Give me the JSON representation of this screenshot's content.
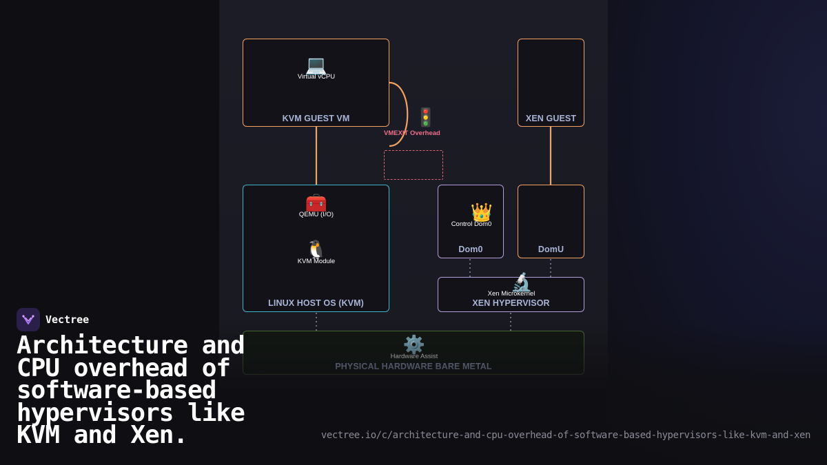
{
  "diagram": {
    "kvm_guest_vm": {
      "title": "KVM GUEST VM",
      "vcpu_label": "Virtual vCPU",
      "vcpu_icon": "laptop-icon"
    },
    "vmexit": {
      "label": "VMEXIT Overhead",
      "icon": "traffic-light-icon"
    },
    "xen_guest": {
      "title": "XEN GUEST"
    },
    "linux_host": {
      "title": "LINUX HOST OS (KVM)",
      "qemu_label": "QEMU (I/O)",
      "qemu_icon": "toolbox-icon",
      "kvm_label": "KVM Module",
      "kvm_icon": "penguin-icon"
    },
    "dom0": {
      "title": "Dom0",
      "control_label": "Control Dom0",
      "control_icon": "crown-icon"
    },
    "domu": {
      "title": "DomU"
    },
    "xen_hypervisor": {
      "title": "XEN HYPERVISOR",
      "micro_label": "Xen Microkernel",
      "micro_icon": "microscope-icon"
    },
    "hardware": {
      "title": "PHYSICAL HARDWARE BARE METAL",
      "assist_label": "Hardware Assist",
      "assist_icon": "gear-icon"
    },
    "colors": {
      "kvm": "#f4a261",
      "linux": "#3fb6cc",
      "xen": "#b39ddb",
      "vmexit": "#e06272"
    }
  },
  "brand": {
    "name": "Vectree"
  },
  "headline": "Architecture and CPU overhead of software-based hypervisors like KVM and Xen.",
  "url": "vectree.io/c/architecture-and-cpu-overhead-of-software-based-hypervisors-like-kvm-and-xen"
}
